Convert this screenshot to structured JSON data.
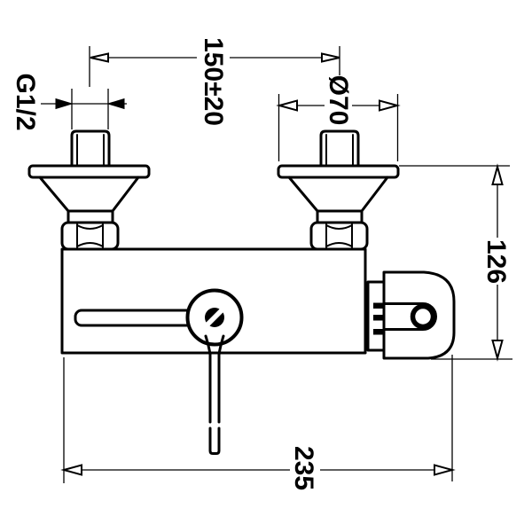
{
  "page": {
    "background_color": "#ffffff",
    "line_color": "#000000"
  },
  "drawing": {
    "labels": {
      "center_distance": "150±20",
      "thread_size": "G1/2",
      "flange_diameter": "Ø70",
      "height": "126",
      "width": "235"
    }
  }
}
